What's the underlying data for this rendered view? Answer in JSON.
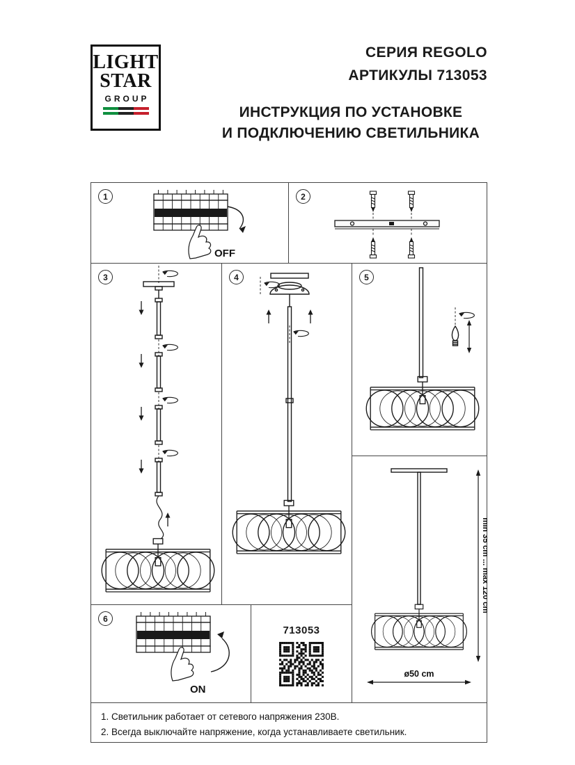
{
  "logo": {
    "line1": "LIGHT",
    "line2": "STAR",
    "line3": "GROUP"
  },
  "header": {
    "series": "СЕРИЯ REGOLO",
    "articles": "АРТИКУЛЫ 713053",
    "title_line1": "ИНСТРУКЦИЯ ПО УСТАНОВКЕ",
    "title_line2": "И ПОДКЛЮЧЕНИЮ СВЕТИЛЬНИКА"
  },
  "steps": {
    "s1": {
      "number": "1",
      "power_label": "OFF"
    },
    "s2": {
      "number": "2"
    },
    "s3": {
      "number": "3"
    },
    "s4": {
      "number": "4"
    },
    "s5": {
      "number": "5"
    },
    "s6": {
      "number": "6",
      "power_label": "ON"
    }
  },
  "dimensions": {
    "height_range": "min 35 cm ... max 120 cm",
    "diameter": "ø50 cm"
  },
  "qr": {
    "article": "713053",
    "matrix": [
      "111111101011001111111",
      "100000100101101000001",
      "101110101100101011101",
      "101110100011101011101",
      "101110101010101011101",
      "100000100111001000001",
      "111111101010101111111",
      "000000001101000000000",
      "101101011010110101101",
      "010011010111001011010",
      "110101100101011010011",
      "001011011010100110101",
      "111010010110011011001",
      "010110100101101101010",
      "111111100101100110101",
      "100000101101010010110",
      "101110100110101101001",
      "101110101011010110110",
      "101110100101101001011",
      "100000101110010110100",
      "111111101010110101101"
    ]
  },
  "notes": [
    "1. Светильник работает от сетевого напряжения 230В.",
    "2. Всегда выключайте напряжение, когда устанавливаете светильник."
  ],
  "colors": {
    "ink": "#1a1a1a",
    "flag_green": "#0f8f3f",
    "flag_mid": "#222222",
    "flag_red": "#c5202c"
  }
}
